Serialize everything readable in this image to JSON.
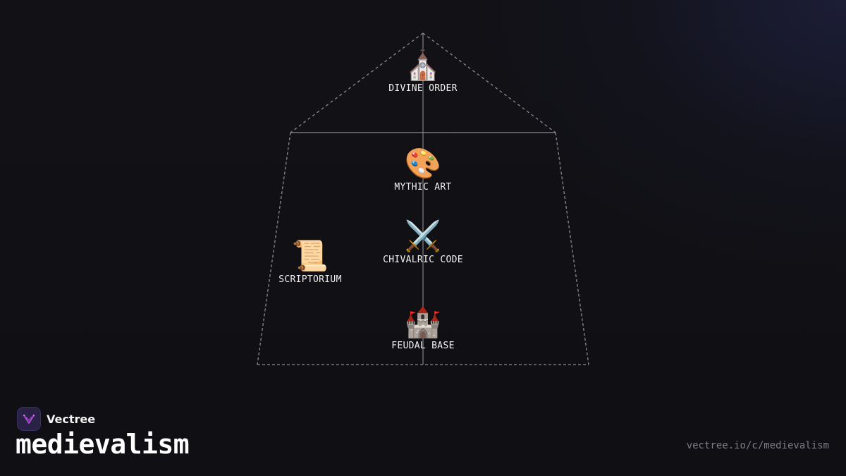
{
  "diagram": {
    "nodes": [
      {
        "id": "divine",
        "icon": "⛪",
        "icon_name": "church-icon",
        "label": "DIVINE ORDER"
      },
      {
        "id": "mythic",
        "icon": "🎨",
        "icon_name": "palette-icon",
        "label": "MYTHIC ART"
      },
      {
        "id": "chivalric",
        "icon": "⚔️",
        "icon_name": "crossed-swords-icon",
        "label": "CHIVALRIC CODE"
      },
      {
        "id": "scriptorium",
        "icon": "📜",
        "icon_name": "scroll-icon",
        "label": "SCRIPTORIUM"
      },
      {
        "id": "feudal",
        "icon": "🏰",
        "icon_name": "castle-icon",
        "label": "FEUDAL BASE"
      }
    ]
  },
  "footer": {
    "brand": "Vectree",
    "title": "medievalism",
    "url": "vectree.io/c/medievalism"
  },
  "colors": {
    "background": "#111116",
    "line": "#8a8a90",
    "logo_accent": "#b14fd8"
  }
}
